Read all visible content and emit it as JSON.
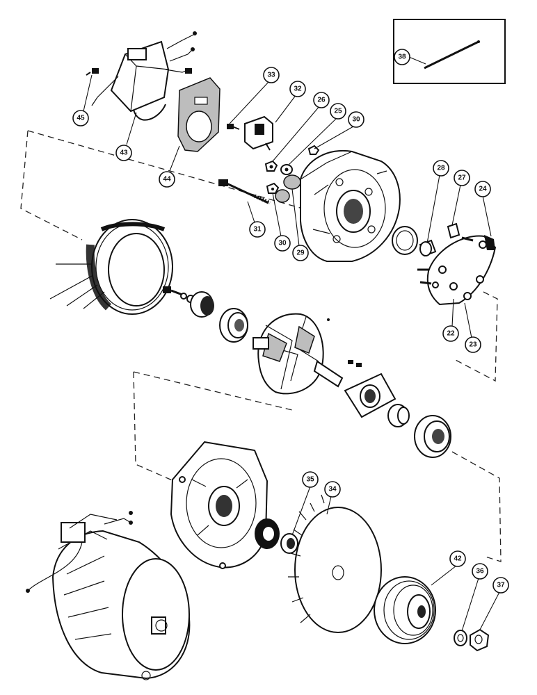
{
  "callouts": [
    {
      "id": "c24",
      "label": "24"
    },
    {
      "id": "c25",
      "label": "25"
    },
    {
      "id": "c26",
      "label": "26"
    },
    {
      "id": "c27",
      "label": "27"
    },
    {
      "id": "c28",
      "label": "28"
    },
    {
      "id": "c29",
      "label": "29"
    },
    {
      "id": "c30a",
      "label": "30"
    },
    {
      "id": "c30b",
      "label": "30"
    },
    {
      "id": "c31",
      "label": "31"
    },
    {
      "id": "c32",
      "label": "32"
    },
    {
      "id": "c33",
      "label": "33"
    },
    {
      "id": "c34",
      "label": "34"
    },
    {
      "id": "c35",
      "label": "35"
    },
    {
      "id": "c36",
      "label": "36"
    },
    {
      "id": "c37",
      "label": "37"
    },
    {
      "id": "c38",
      "label": "38"
    },
    {
      "id": "c42",
      "label": "42"
    },
    {
      "id": "c43",
      "label": "43"
    },
    {
      "id": "c44",
      "label": "44"
    },
    {
      "id": "c45",
      "label": "45"
    },
    {
      "id": "c22",
      "label": "22"
    },
    {
      "id": "c23",
      "label": "23"
    }
  ]
}
